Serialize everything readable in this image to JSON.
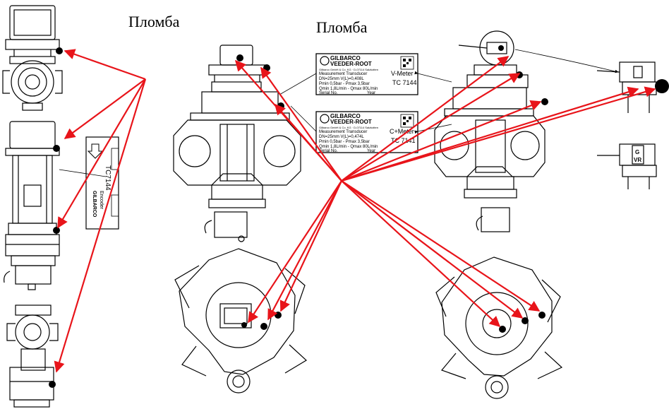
{
  "captions": {
    "left": "Пломба",
    "right": "Пломба"
  },
  "plates": {
    "v_meter": {
      "brand_top": "GILBARCO",
      "brand_bottom": "VEEDER-ROOT",
      "maker_line": "Gilbarco GmbH & Co. KG · D-07114 Salzkotten",
      "type_line": "Measurement Transducer",
      "spec1": "DN=25mm   V(L)=0,408L",
      "spec2": "Pmin 0,5bar - Pmax 3,5bar",
      "spec3": "Qmin 1,8L/min - Qmax 80L/min",
      "serial": "Serial No.",
      "year": "Year",
      "name": "V-Meter",
      "code": "TC 7144"
    },
    "c_meter": {
      "brand_top": "GILBARCO",
      "brand_bottom": "VEEDER-ROOT",
      "maker_line": "Gilbarco GmbH & Co. KG · D-07114 Salzkotten",
      "type_line": "Measurement Transducer",
      "spec1": "DN=25mm   V(L)=0,474L",
      "spec2": "Pmin 0,5bar - Pmax 3,5bar",
      "spec3": "Qmin 1,8L/min - Qmax 80L/min",
      "serial": "Serial No.",
      "year": "Year",
      "name": "C+Meter",
      "code": "TC 7141"
    },
    "side_label": {
      "code": "TC7144",
      "brand": "GILBARCO",
      "word": "Encoder"
    }
  },
  "small_tag": {
    "top": "G",
    "bottom": "VR"
  },
  "colors": {
    "arrow": "#e8141a",
    "line": "#000000",
    "seal": "#000000"
  }
}
